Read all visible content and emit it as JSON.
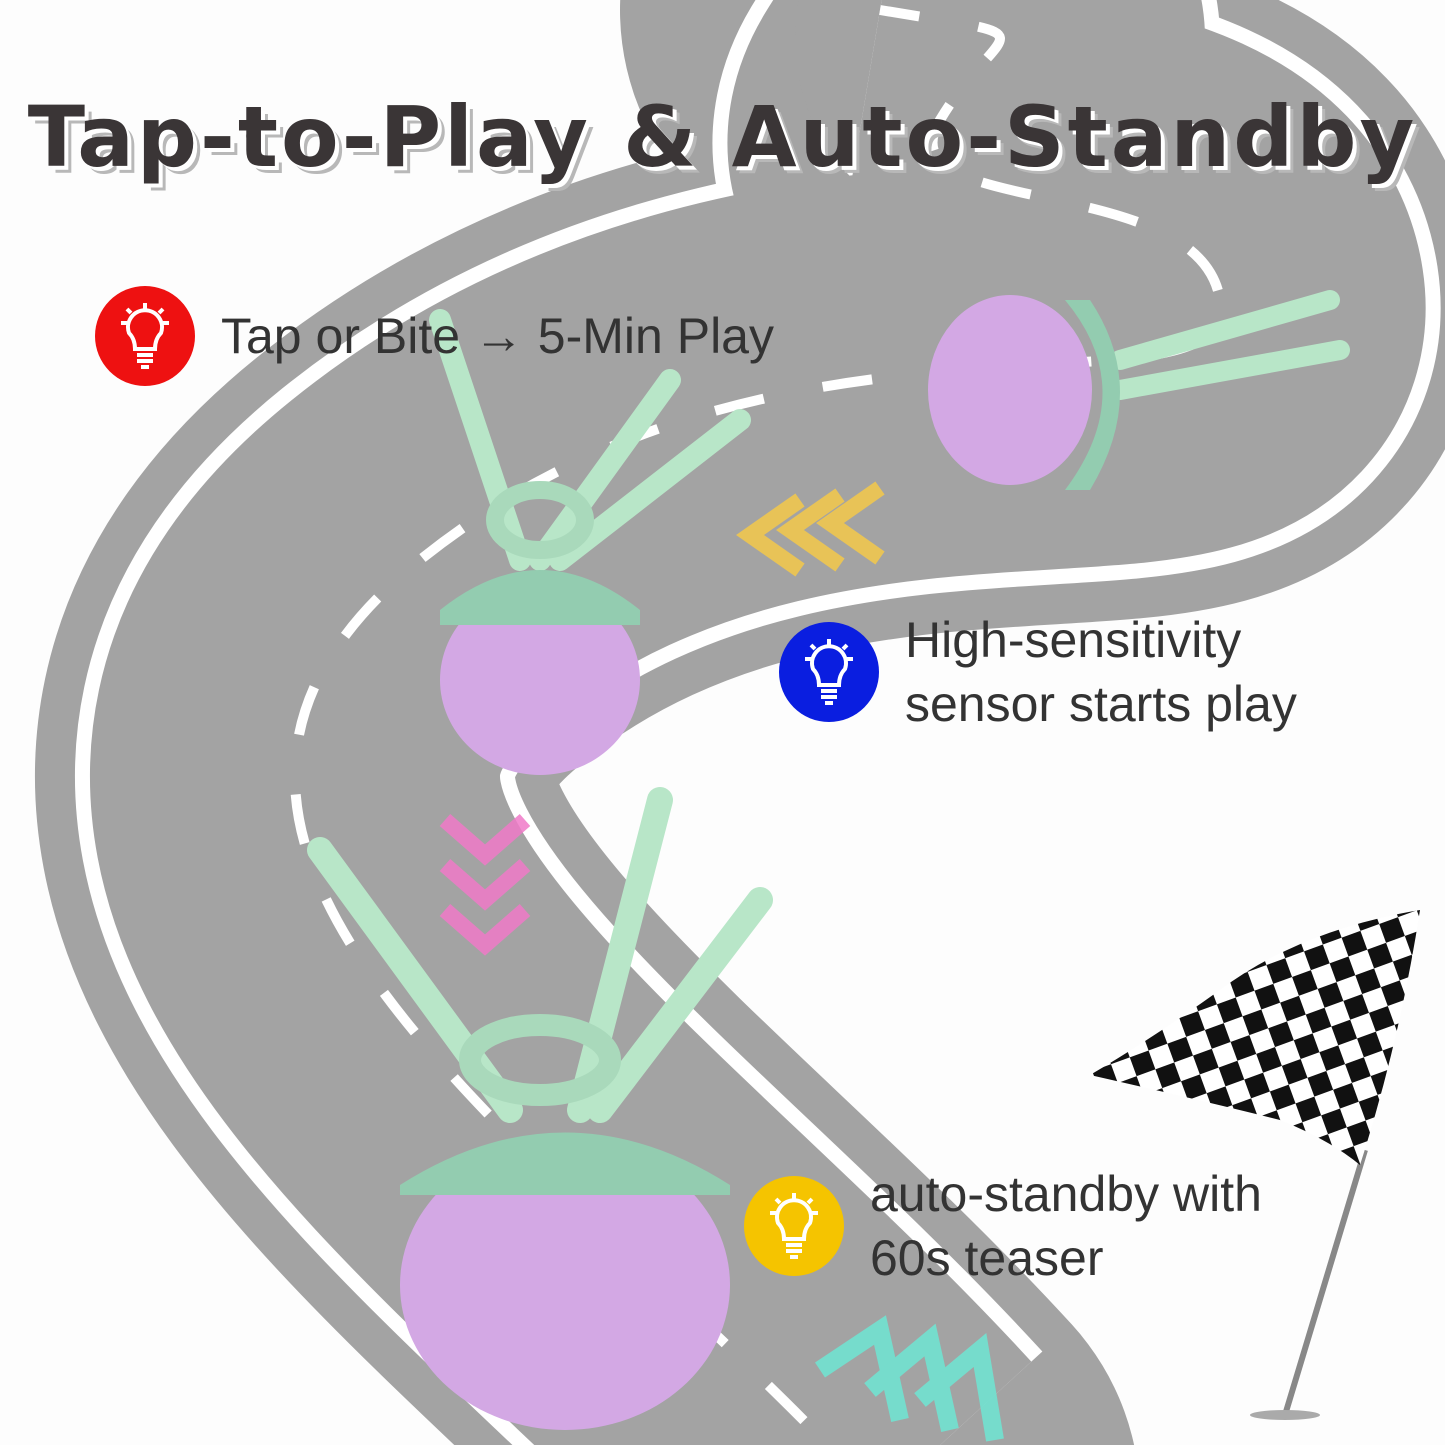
{
  "title": "Tap-to-Play & Auto-Standby",
  "features": [
    {
      "icon": "lightbulb-icon",
      "color": "#ee1111",
      "lines": [
        "Tap or Bite → 5-Min Play"
      ]
    },
    {
      "icon": "lightbulb-icon",
      "color": "#0a1ee0",
      "lines": [
        "High-sensitivity",
        "sensor starts play"
      ]
    },
    {
      "icon": "lightbulb-icon",
      "color": "#f5c400",
      "lines": [
        "auto-standby with",
        "60s teaser"
      ]
    }
  ],
  "colors": {
    "road": "#a3a3a3",
    "ball": "#d3a8e4",
    "cap": "#93ccb0",
    "rope": "#b8e6c8"
  }
}
